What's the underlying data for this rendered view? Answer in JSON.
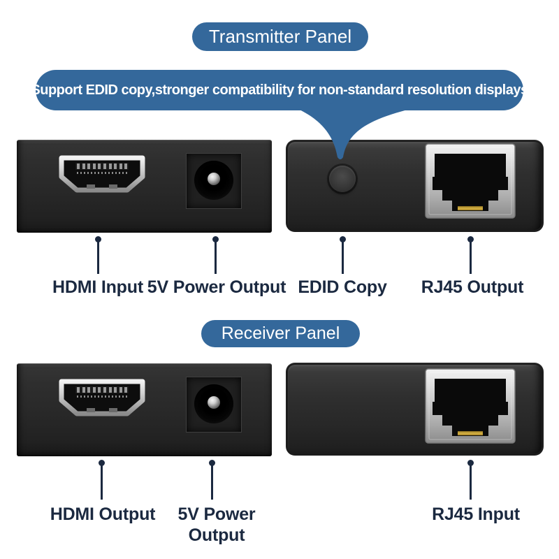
{
  "colors": {
    "accent_blue": "#34689B",
    "label_navy": "#1B2940",
    "device_black": "#272727",
    "rj45_gold": "#d9b544"
  },
  "transmitter": {
    "badge": "Transmitter Panel",
    "callout": "Support EDID copy,stronger compatibility for non-standard resolution displays",
    "labels": {
      "hdmi": "HDMI Input",
      "power": "5V Power Output",
      "edid": "EDID Copy",
      "rj45": "RJ45 Output"
    }
  },
  "receiver": {
    "badge": "Receiver Panel",
    "labels": {
      "hdmi": "HDMI Output",
      "power": "5V Power Output",
      "rj45": "RJ45 Input"
    }
  },
  "icons": {
    "hdmi_port": "hdmi-port",
    "dc_jack": "dc-power-jack",
    "edid_button": "edid-copy-button",
    "rj45_port": "rj45-port",
    "callout_tail": "callout-tail-pointer"
  }
}
